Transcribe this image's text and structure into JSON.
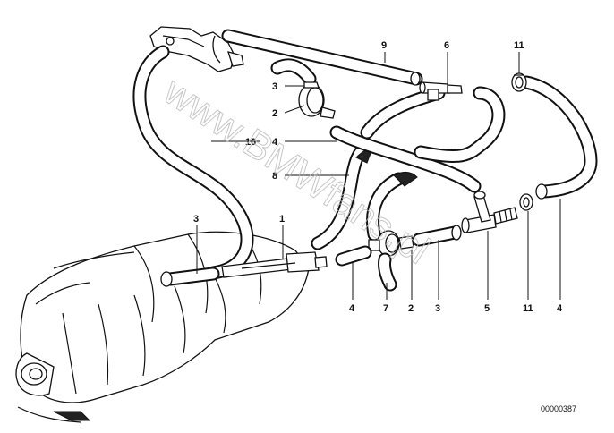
{
  "callouts": {
    "c9": "9",
    "c6": "6",
    "c11_top": "11",
    "c3_top": "3",
    "c2_top": "2",
    "c10": "10",
    "c4_mid": "4",
    "c8": "8",
    "c3_left": "3",
    "c1": "1",
    "c4_bottom": "4",
    "c7": "7",
    "c2_bottom": "2",
    "c3_bottom": "3",
    "c5": "5",
    "c11_bottom": "11",
    "c4_right": "4"
  },
  "watermark": "www.BMWfans.pl",
  "reference_number": "00000387"
}
